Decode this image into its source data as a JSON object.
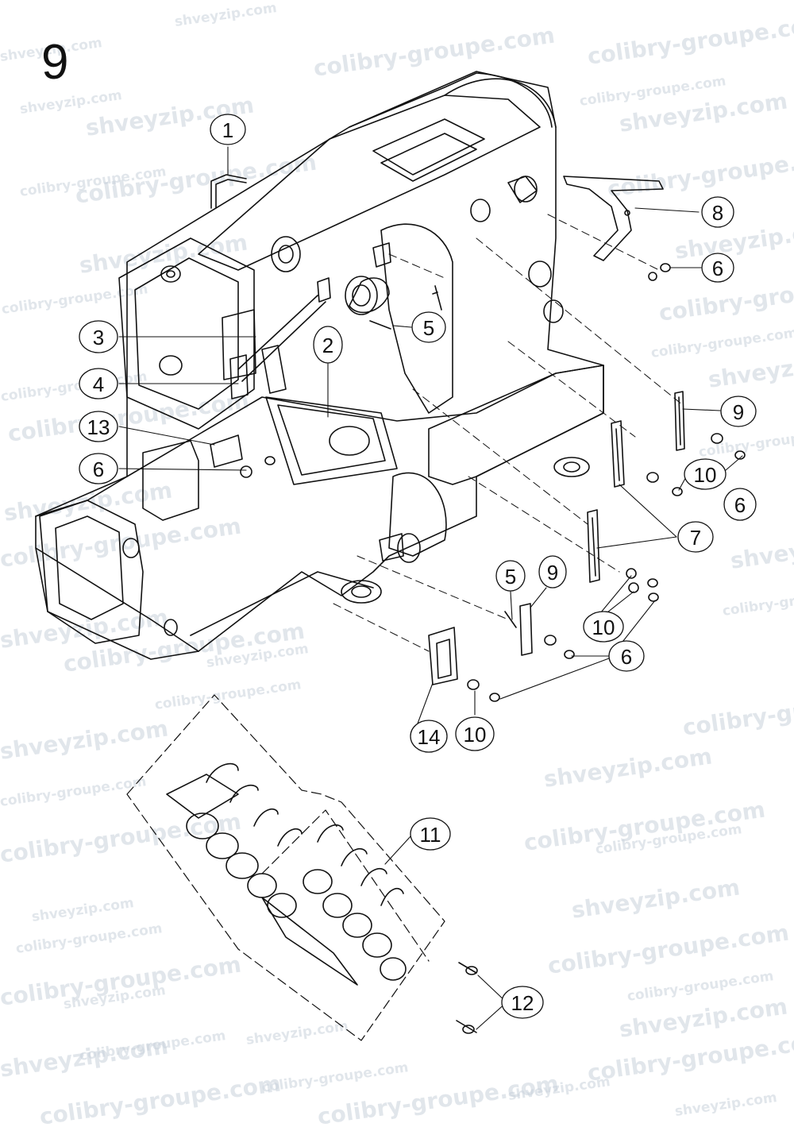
{
  "page_number": "9",
  "watermarks": [
    "colibry-groupe.com",
    "shveyzip.com"
  ],
  "callouts": [
    {
      "id": "c1",
      "label": "1"
    },
    {
      "id": "c8",
      "label": "8"
    },
    {
      "id": "c6a",
      "label": "6"
    },
    {
      "id": "c5a",
      "label": "5"
    },
    {
      "id": "c3",
      "label": "3"
    },
    {
      "id": "c2",
      "label": "2"
    },
    {
      "id": "c4",
      "label": "4"
    },
    {
      "id": "c13",
      "label": "13"
    },
    {
      "id": "c6b",
      "label": "6"
    },
    {
      "id": "c9a",
      "label": "9"
    },
    {
      "id": "c10a",
      "label": "10"
    },
    {
      "id": "c6c",
      "label": "6"
    },
    {
      "id": "c7",
      "label": "7"
    },
    {
      "id": "c5b",
      "label": "5"
    },
    {
      "id": "c9b",
      "label": "9"
    },
    {
      "id": "c10b",
      "label": "10"
    },
    {
      "id": "c6d",
      "label": "6"
    },
    {
      "id": "c14",
      "label": "14"
    },
    {
      "id": "c10c",
      "label": "10"
    },
    {
      "id": "c11",
      "label": "11"
    },
    {
      "id": "c12",
      "label": "12"
    }
  ],
  "colors": {
    "line": "#111111",
    "watermark": "#c9d2dc"
  }
}
